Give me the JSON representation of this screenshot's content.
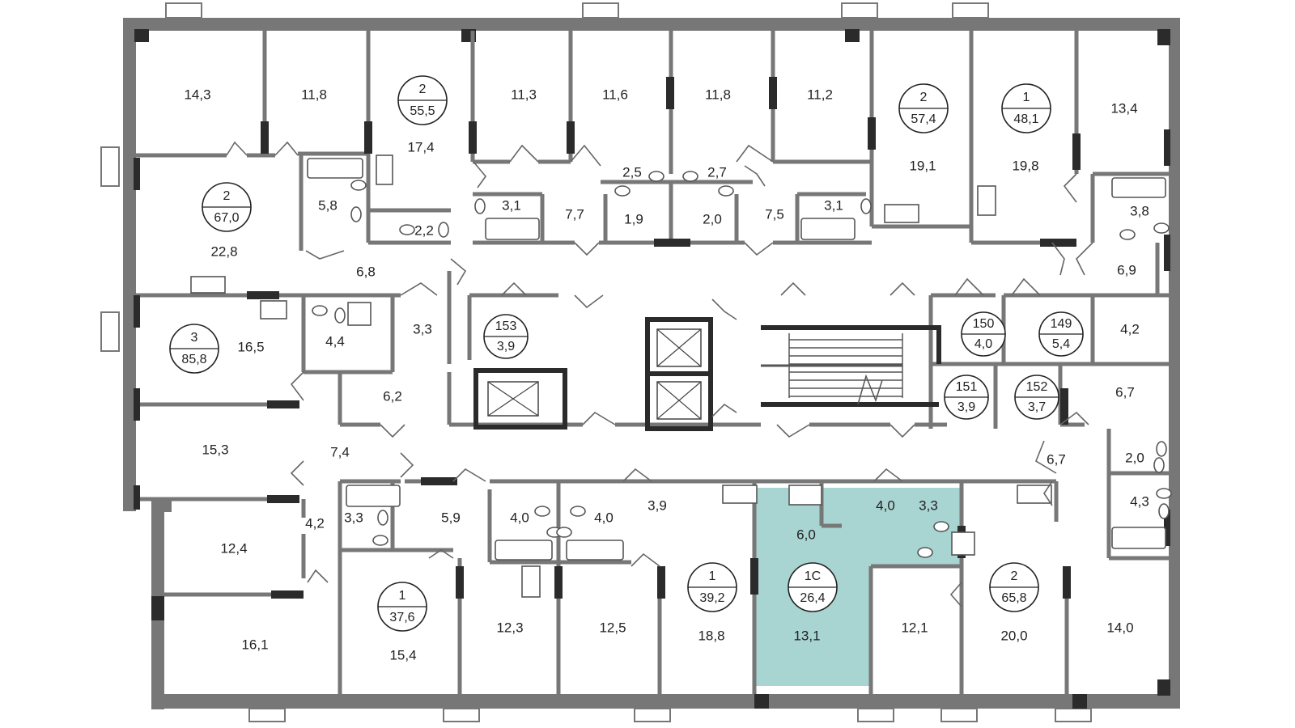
{
  "colors": {
    "wall": "#777777",
    "wall_dark": "#2b2b2b",
    "highlight": "#a8d4d1",
    "fixture": "#555555"
  },
  "highlight_apartment": {
    "type": "1С",
    "area": "26,4"
  },
  "apartments": [
    {
      "type": "2",
      "area": "55,5"
    },
    {
      "type": "2",
      "area": "57,4"
    },
    {
      "type": "1",
      "area": "48,1"
    },
    {
      "type": "2",
      "area": "67,0"
    },
    {
      "type": "3",
      "area": "85,8"
    },
    {
      "type": "1",
      "area": "37,6"
    },
    {
      "type": "1",
      "area": "39,2"
    },
    {
      "type": "2",
      "area": "65,8"
    }
  ],
  "storage_units": [
    {
      "number": "153",
      "area": "3,9"
    },
    {
      "number": "150",
      "area": "4,0"
    },
    {
      "number": "149",
      "area": "5,4"
    },
    {
      "number": "151",
      "area": "3,9"
    },
    {
      "number": "152",
      "area": "3,7"
    }
  ],
  "room_areas": [
    "14,3",
    "11,8",
    "11,3",
    "11,6",
    "11,8",
    "11,2",
    "13,4",
    "17,4",
    "19,1",
    "19,8",
    "22,8",
    "5,8",
    "2,2",
    "3,1",
    "7,7",
    "2,5",
    "1,9",
    "2,7",
    "2,0",
    "7,5",
    "3,1",
    "3,8",
    "6,8",
    "6,9",
    "16,5",
    "4,4",
    "3,3",
    "4,2",
    "6,2",
    "6,7",
    "15,3",
    "7,4",
    "6,7",
    "2,0",
    "4,2",
    "3,3",
    "5,9",
    "4,0",
    "4,0",
    "3,9",
    "6,0",
    "4,0",
    "3,3",
    "4,3",
    "12,4",
    "16,1",
    "15,4",
    "12,3",
    "12,5",
    "18,8",
    "13,1",
    "12,1",
    "20,0",
    "14,0"
  ]
}
